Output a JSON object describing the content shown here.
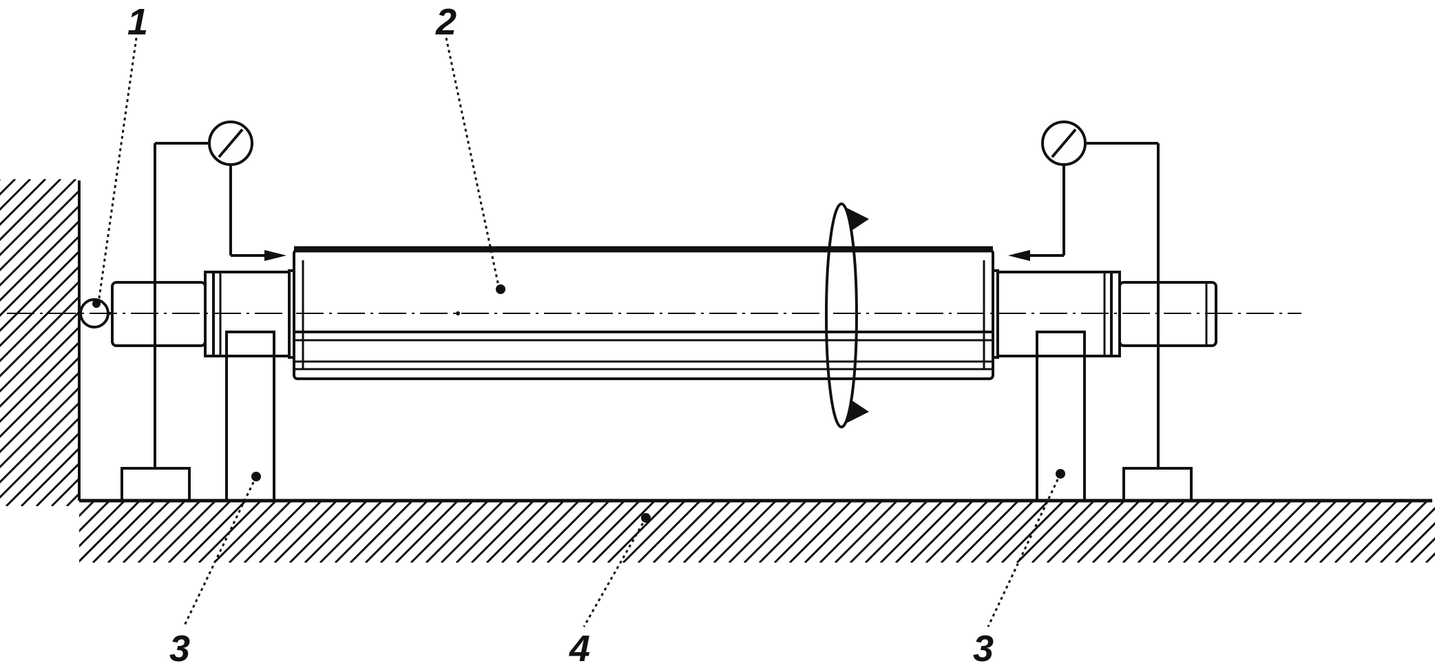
{
  "labels": {
    "sensor": "1",
    "roll": "2",
    "support_left": "3",
    "support_right": "3",
    "base": "4"
  }
}
